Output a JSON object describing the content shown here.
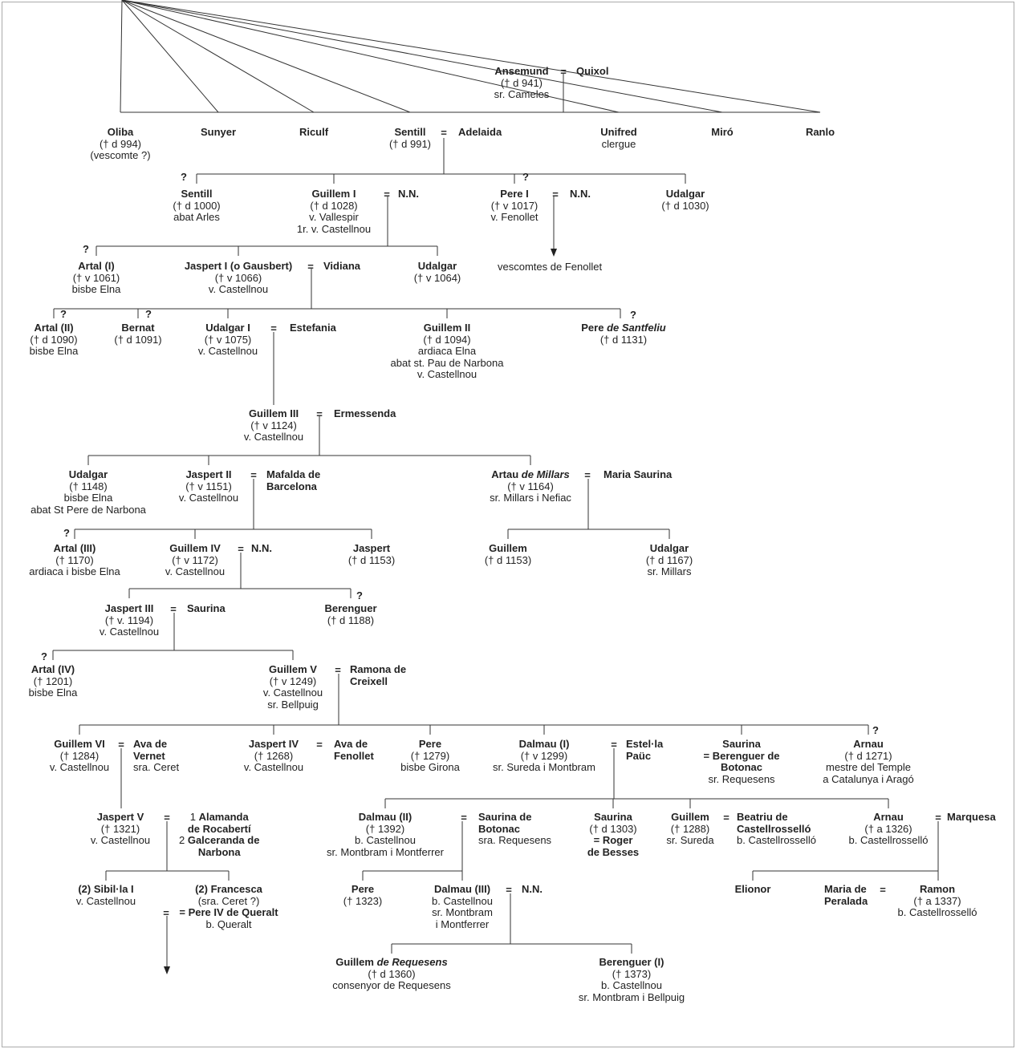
{
  "people": {
    "ansemund": {
      "name": "Ansemund",
      "details": [
        "(† d 941)",
        "sr. Cameles"
      ]
    },
    "quixol": {
      "name": "Quixol"
    },
    "oliba": {
      "name": "Oliba",
      "details": [
        "(† d 994)",
        "(vescomte ?)"
      ]
    },
    "sunyer": {
      "name": "Sunyer"
    },
    "riculf": {
      "name": "Riculf"
    },
    "sentill1": {
      "name": "Sentill",
      "details": [
        "(† d 991)"
      ]
    },
    "adelaida": {
      "name": "Adelaida"
    },
    "unifred": {
      "name": "Unifred",
      "details": [
        "clergue"
      ]
    },
    "miro": {
      "name": "Miró"
    },
    "ranlo": {
      "name": "Ranlo"
    },
    "sentill2": {
      "name": "Sentill",
      "details": [
        "(† d 1000)",
        "abat Arles"
      ]
    },
    "guillem1": {
      "name": "Guillem I",
      "details": [
        "(† d 1028)",
        "v. Vallespir",
        "1r. v. Castellnou"
      ]
    },
    "nn1": {
      "name": "N.N."
    },
    "pere1": {
      "name": "Pere I",
      "details": [
        "(† v 1017)",
        "v. Fenollet"
      ]
    },
    "nn2": {
      "name": "N.N."
    },
    "udalgar_a": {
      "name": "Udalgar",
      "details": [
        "(† d 1030)"
      ]
    },
    "fenollet_text": "vescomtes de Fenollet",
    "artal1": {
      "name": "Artal (I)",
      "details": [
        "(† v 1061)",
        "bisbe Elna"
      ]
    },
    "jaspert1": {
      "name": "Jaspert I (o Gausbert)",
      "details": [
        "(† v 1066)",
        "v. Castellnou"
      ]
    },
    "vidiana": {
      "name": "Vidiana"
    },
    "udalgar_b": {
      "name": "Udalgar",
      "details": [
        "(† v 1064)"
      ]
    },
    "artal2": {
      "name": "Artal (II)",
      "details": [
        "(† d 1090)",
        "bisbe Elna"
      ]
    },
    "bernat": {
      "name": "Bernat",
      "details": [
        "(† d 1091)"
      ]
    },
    "udalgar1": {
      "name": "Udalgar I",
      "details": [
        "(† v 1075)",
        "v. Castellnou"
      ]
    },
    "estefania": {
      "name": "Estefania"
    },
    "guillem2": {
      "name": "Guillem II",
      "details": [
        "(† d 1094)",
        "ardiaca Elna",
        "abat st. Pau de Narbona",
        "v. Castellnou"
      ]
    },
    "pere_santfeliu": {
      "name": "Pere",
      "name_italic": "de Santfeliu",
      "details": [
        "(† d 1131)"
      ]
    },
    "guillem3": {
      "name": "Guillem III",
      "details": [
        "(† v 1124)",
        "v. Castellnou"
      ]
    },
    "ermessenda": {
      "name": "Ermessenda"
    },
    "udalgar_c": {
      "name": "Udalgar",
      "details": [
        "(† 1148)",
        "bisbe Elna",
        "abat St Pere de Narbona"
      ]
    },
    "jaspert2": {
      "name": "Jaspert II",
      "details": [
        "(† v 1151)",
        "v. Castellnou"
      ]
    },
    "mafalda": {
      "name": "Mafalda de",
      "name2": "Barcelona"
    },
    "artau_millars": {
      "name": "Artau",
      "name_italic": "de Millars",
      "details": [
        "(† v 1164)",
        "sr. Millars i Nefiac"
      ]
    },
    "maria_saurina": {
      "name": "Maria Saurina"
    },
    "artal3": {
      "name": "Artal (III)",
      "details": [
        "(† 1170)",
        "ardiaca i bisbe Elna"
      ]
    },
    "guillem4": {
      "name": "Guillem IV",
      "details": [
        "(† v 1172)",
        "v. Castellnou"
      ]
    },
    "nn3": {
      "name": "N.N."
    },
    "jaspert_a": {
      "name": "Jaspert",
      "details": [
        "(† d 1153)"
      ]
    },
    "guillem_m": {
      "name": "Guillem",
      "details": [
        "(† d 1153)"
      ]
    },
    "udalgar_m": {
      "name": "Udalgar",
      "details": [
        "(† d 1167)",
        "sr. Millars"
      ]
    },
    "jaspert3": {
      "name": "Jaspert III",
      "details": [
        "(† v. 1194)",
        "v. Castellnou"
      ]
    },
    "saurina_a": {
      "name": "Saurina"
    },
    "berenguer_a": {
      "name": "Berenguer",
      "details": [
        "(† d 1188)"
      ]
    },
    "artal4": {
      "name": "Artal (IV)",
      "details": [
        "(† 1201)",
        "bisbe Elna"
      ]
    },
    "guillem5": {
      "name": "Guillem V",
      "details": [
        "(† v 1249)",
        "v. Castellnou",
        "sr. Bellpuig"
      ]
    },
    "ramona": {
      "name": "Ramona de",
      "name2": "Creixell"
    },
    "guillem6": {
      "name": "Guillem VI",
      "details": [
        "(† 1284)",
        "v. Castellnou"
      ]
    },
    "ava_vernet": {
      "name": "Ava de",
      "name2": "Vernet",
      "details": [
        "sra. Ceret"
      ]
    },
    "jaspert4": {
      "name": "Jaspert IV",
      "details": [
        "(† 1268)",
        "v. Castellnou"
      ]
    },
    "ava_fenollet": {
      "name": "Ava de",
      "name2": "Fenollet"
    },
    "pere_b": {
      "name": "Pere",
      "details": [
        "(† 1279)",
        "bisbe Girona"
      ]
    },
    "dalmau1": {
      "name": "Dalmau (I)",
      "details": [
        "(† v 1299)",
        "sr. Sureda i Montbram"
      ]
    },
    "estella": {
      "name": "Estel·la",
      "name2": "Paüc"
    },
    "saurina_b": {
      "name": "Saurina",
      "name2": "= Berenguer de",
      "name3": "Botonac",
      "details": [
        "sr. Requesens"
      ]
    },
    "arnau_a": {
      "name": "Arnau",
      "details": [
        "(† d 1271)",
        "mestre del Temple",
        "a Catalunya i Aragó"
      ]
    },
    "jaspert5": {
      "name": "Jaspert V",
      "details": [
        "(† 1321)",
        "v. Castellnou"
      ]
    },
    "alamanda": {
      "lines": [
        "1 Alamanda",
        "de Rocabertí",
        "2 Galceranda de",
        "Narbona"
      ]
    },
    "dalmau2": {
      "name": "Dalmau (II)",
      "details": [
        "(† 1392)",
        "b. Castellnou",
        "sr. Montbram i Montferrer"
      ]
    },
    "saurina_botonac": {
      "name": "Saurina de",
      "name2": "Botonac",
      "details": [
        "sra. Requesens"
      ]
    },
    "saurina_c": {
      "name": "Saurina",
      "details": [
        "(† d 1303)"
      ],
      "bold_lines": [
        "= Roger",
        "de Besses"
      ]
    },
    "guillem_s": {
      "name": "Guillem",
      "details": [
        "(† 1288)",
        "sr. Sureda"
      ]
    },
    "beatriu": {
      "name": "Beatriu de",
      "name2": "Castellrosselló",
      "details": [
        "b. Castellrosselló"
      ]
    },
    "arnau_b": {
      "name": "Arnau",
      "details": [
        "(† a 1326)",
        "b. Castellrosselló"
      ]
    },
    "marquesa": {
      "name": "Marquesa"
    },
    "sibila": {
      "prefix": "(2)",
      "name": "Sibil·la I",
      "details": [
        "v. Castellnou"
      ]
    },
    "francesca": {
      "prefix": "(2)",
      "name": "Francesca",
      "details": [
        "(sra. Ceret ?)"
      ],
      "bold_lines": [
        "= Pere IV de Queralt"
      ],
      "after": [
        "b. Queralt"
      ]
    },
    "pere_c": {
      "name": "Pere",
      "details": [
        "(† 1323)"
      ]
    },
    "dalmau3": {
      "name": "Dalmau (III)",
      "details": [
        "b. Castellnou",
        "sr. Montbram",
        "i Montferrer"
      ]
    },
    "nn4": {
      "name": "N.N."
    },
    "elionor": {
      "name": "Elionor"
    },
    "maria_peralada": {
      "name": "Maria de",
      "name2": "Peralada"
    },
    "ramon": {
      "name": "Ramon",
      "details": [
        "(† a 1337)",
        "b. Castellrosselló"
      ]
    },
    "guillem_requesens": {
      "name": "Guillem",
      "name_italic": "de Requesens",
      "details": [
        "(† d 1360)",
        "consenyor de Requesens"
      ]
    },
    "berenguer1": {
      "name": "Berenguer (I)",
      "details": [
        "(† 1373)",
        "b. Castellnou",
        "sr. Montbram i Bellpuig"
      ]
    }
  },
  "symbols": {
    "marriage": "=",
    "uncertain": "?"
  }
}
